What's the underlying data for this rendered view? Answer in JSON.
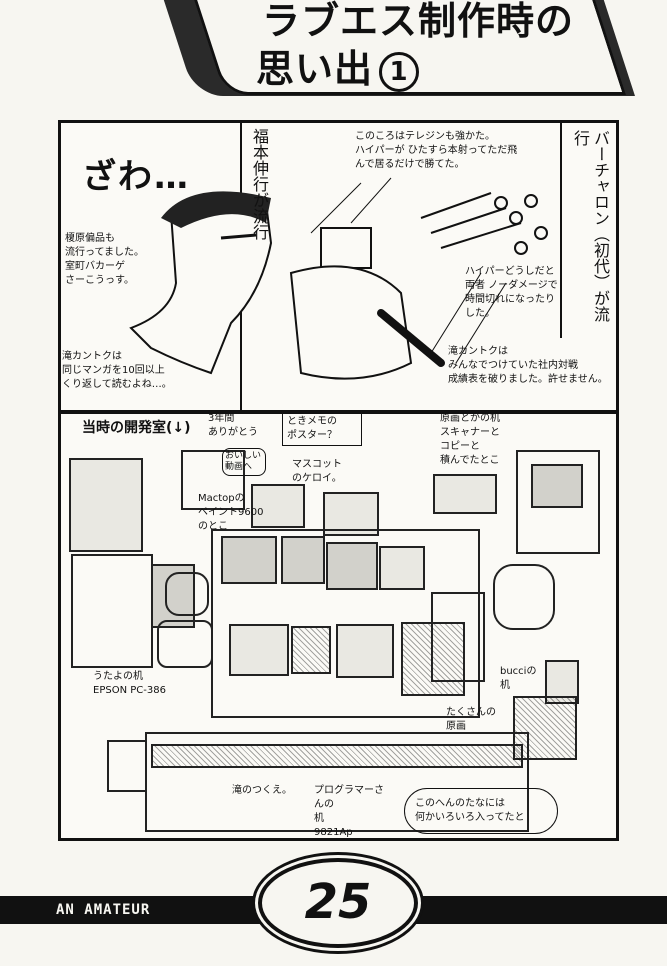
{
  "header": {
    "title_line1": "ラブエス制作時の",
    "title_line2": "思い出",
    "title_number": "1"
  },
  "top_panel": {
    "sound_effect": "ざわ…",
    "note_eno": "榎原偏品も\n流行ってました。\n室町バカーゲ\nさーこうっす。",
    "note_taki": "滝カントクは\n同じマンガを10回以上\nくり返して読むよね…。",
    "note_fukumoto": "福本伸行が流行",
    "note_mid_top": "このころはテレジンも強かた。\nハイパーが ひたすら本射ってただ飛\nんで居るだけで勝てた。",
    "note_virtua": "バーチャロン（初代）が流行",
    "note_haipa": "ハイパーどうしだと\n両者 ノーダメージで\n時間切れになったり\nした。",
    "note_bottom_right": "滝カントクは\nみんなでつけていた社内対戦\n成績表を破りました。許せません。"
  },
  "bottom_panel": {
    "room_label": "当時の開発室(↓)",
    "label_3years": "3年間\nありがとう",
    "label_poster": "ときメモの\nポスター？",
    "label_desk": "原画とかの机\nスキャナーと\nコピーと\n積んでたとこ",
    "label_mascot": "マスコット\nのケロイ。",
    "label_sign": "おいしい\n動画へ",
    "label_mactop": "Mactopの\nペイント9600 のとこ",
    "label_epson": "うたよの机\nEPSON PC-386",
    "label_bucci": "bucciの\n机",
    "label_many": "たくさんの\n原画",
    "label_taki_desk": "滝のつくえ。",
    "label_ap_desk": "プログラマーさんの\n机\n9821Ap",
    "label_bottom_note": "このへんのたなには\n何かいろいろ入ってたと"
  },
  "footer": {
    "brand": "AN AMATEUR",
    "page_number": "25"
  }
}
